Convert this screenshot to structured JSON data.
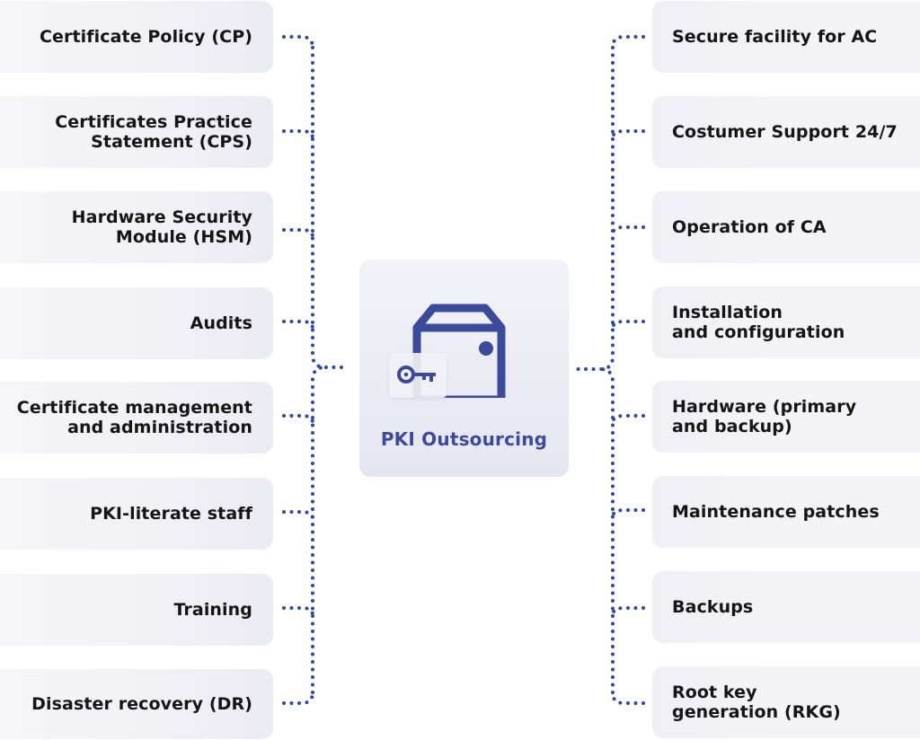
{
  "center": {
    "title": "PKI Outsourcing",
    "icon": "server-drive-icon",
    "badge_icon": "key-icon"
  },
  "left_items": [
    {
      "label": "Certificate Policy (CP)"
    },
    {
      "label": "Certificates Practice\nStatement (CPS)"
    },
    {
      "label": "Hardware Security\nModule (HSM)"
    },
    {
      "label": "Audits"
    },
    {
      "label": "Certificate management\nand administration"
    },
    {
      "label": "PKI-literate staff"
    },
    {
      "label": "Training"
    },
    {
      "label": "Disaster recovery (DR)"
    }
  ],
  "right_items": [
    {
      "label": "Secure facility for AC"
    },
    {
      "label": "Costumer Support 24/7"
    },
    {
      "label": "Operation of CA"
    },
    {
      "label": "Installation\nand configuration"
    },
    {
      "label": "Hardware (primary\nand backup)"
    },
    {
      "label": "Maintenance patches"
    },
    {
      "label": "Backups"
    },
    {
      "label": "Root key\ngeneration (RKG)"
    }
  ],
  "colors": {
    "accent": "#3b4a9a",
    "connector": "#2e4a9e",
    "card_bg": "#f2f2f7",
    "text": "#151515"
  }
}
